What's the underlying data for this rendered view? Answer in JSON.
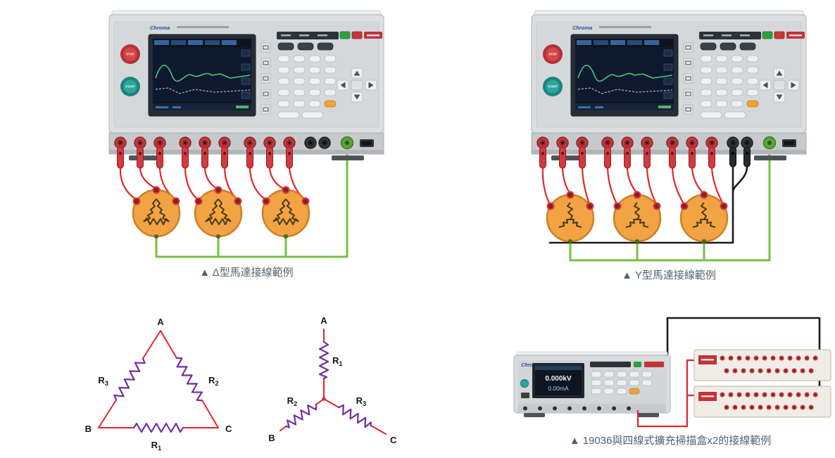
{
  "colors": {
    "wire_red": "#e0272c",
    "wire_green": "#76c043",
    "wire_black": "#1c1c1c",
    "resistor_purple": "#7030a0",
    "motor_orange": "#f2a343",
    "caption": "#53616e",
    "danger_red": "#c0343a"
  },
  "figures": {
    "delta": {
      "caption": "▲ Δ型馬達接線範例"
    },
    "wye": {
      "caption": "▲ Y型馬達接線範例"
    },
    "scan": {
      "caption": "▲ 19036與四線式擴充掃描盒x2的接線範例"
    }
  },
  "analyzer": {
    "brand": "Chroma",
    "stop": "STOP",
    "start": "START"
  },
  "meter": {
    "value_kv": "0.000kV",
    "value_ma": "0.00mA"
  },
  "delta_schematic": {
    "node_a": "A",
    "node_b": "B",
    "node_c": "C",
    "r_left": {
      "base": "R",
      "sub": "3"
    },
    "r_right": {
      "base": "R",
      "sub": "2"
    },
    "r_bottom": {
      "base": "R",
      "sub": "1"
    }
  },
  "wye_schematic": {
    "node_a": "A",
    "node_b": "B",
    "node_c": "C",
    "r_top": {
      "base": "R",
      "sub": "1"
    },
    "r_left": {
      "base": "R",
      "sub": "2"
    },
    "r_right": {
      "base": "R",
      "sub": "3"
    }
  }
}
